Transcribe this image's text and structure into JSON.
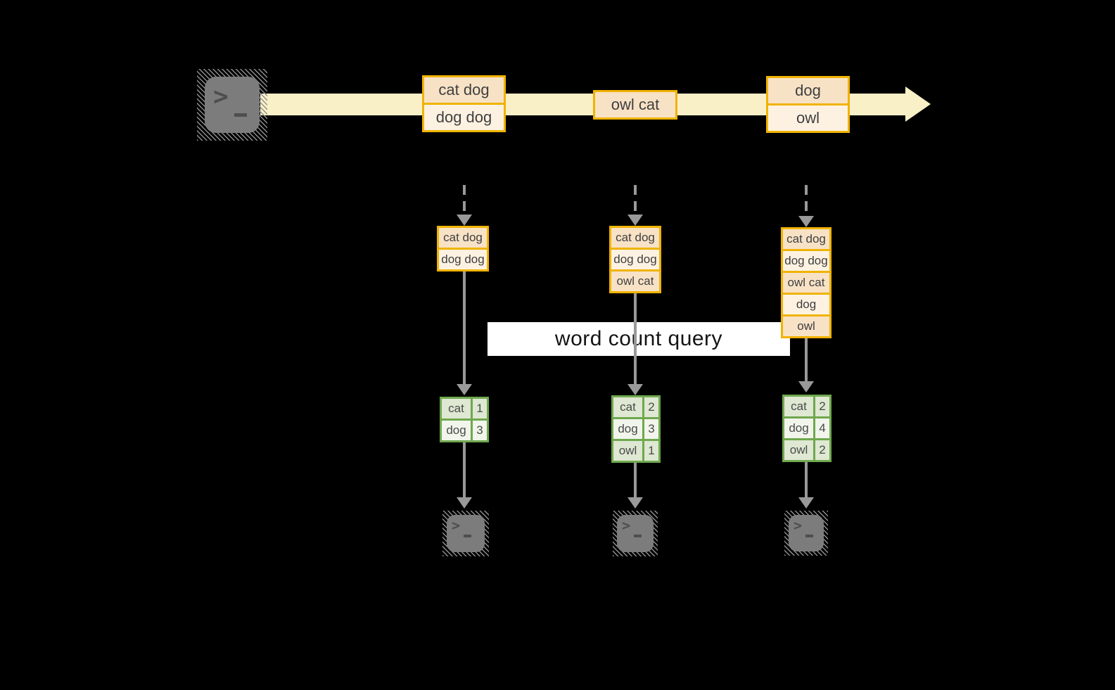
{
  "diagram": {
    "query_label": "word count query",
    "stream": {
      "source_icon": "terminal-icon",
      "event_boxes": [
        {
          "rows": [
            "cat dog",
            "dog dog"
          ]
        },
        {
          "rows": [
            "owl cat"
          ]
        },
        {
          "rows": [
            "dog",
            "owl"
          ]
        }
      ]
    },
    "columns": [
      {
        "state_rows": [
          "cat dog",
          "dog dog"
        ],
        "table": [
          [
            "cat",
            "1"
          ],
          [
            "dog",
            "3"
          ]
        ],
        "sink_icon": "terminal-icon"
      },
      {
        "state_rows": [
          "cat dog",
          "dog dog",
          "owl cat"
        ],
        "table": [
          [
            "cat",
            "2"
          ],
          [
            "dog",
            "3"
          ],
          [
            "owl",
            "1"
          ]
        ],
        "sink_icon": "terminal-icon"
      },
      {
        "state_rows": [
          "cat dog",
          "dog dog",
          "owl cat",
          "dog",
          "owl"
        ],
        "table": [
          [
            "cat",
            "2"
          ],
          [
            "dog",
            "4"
          ],
          [
            "owl",
            "2"
          ]
        ],
        "sink_icon": "terminal-icon"
      }
    ],
    "colors": {
      "background": "#000000",
      "stream_band": "#FAF0C8",
      "box_border_gold": "#F0B300",
      "box_fill_peach": "#F8E2C6",
      "box_fill_cream": "#FDF2E2",
      "table_border_green": "#6FA84E",
      "table_fill_green": "#DEE8D2",
      "table_fill_pale": "#F1F5EB",
      "arrow_gray": "#999999",
      "terminal_gray": "#7C7C7C",
      "query_band": "#FFFFFF",
      "text_dark": "#3F3F3F"
    }
  }
}
